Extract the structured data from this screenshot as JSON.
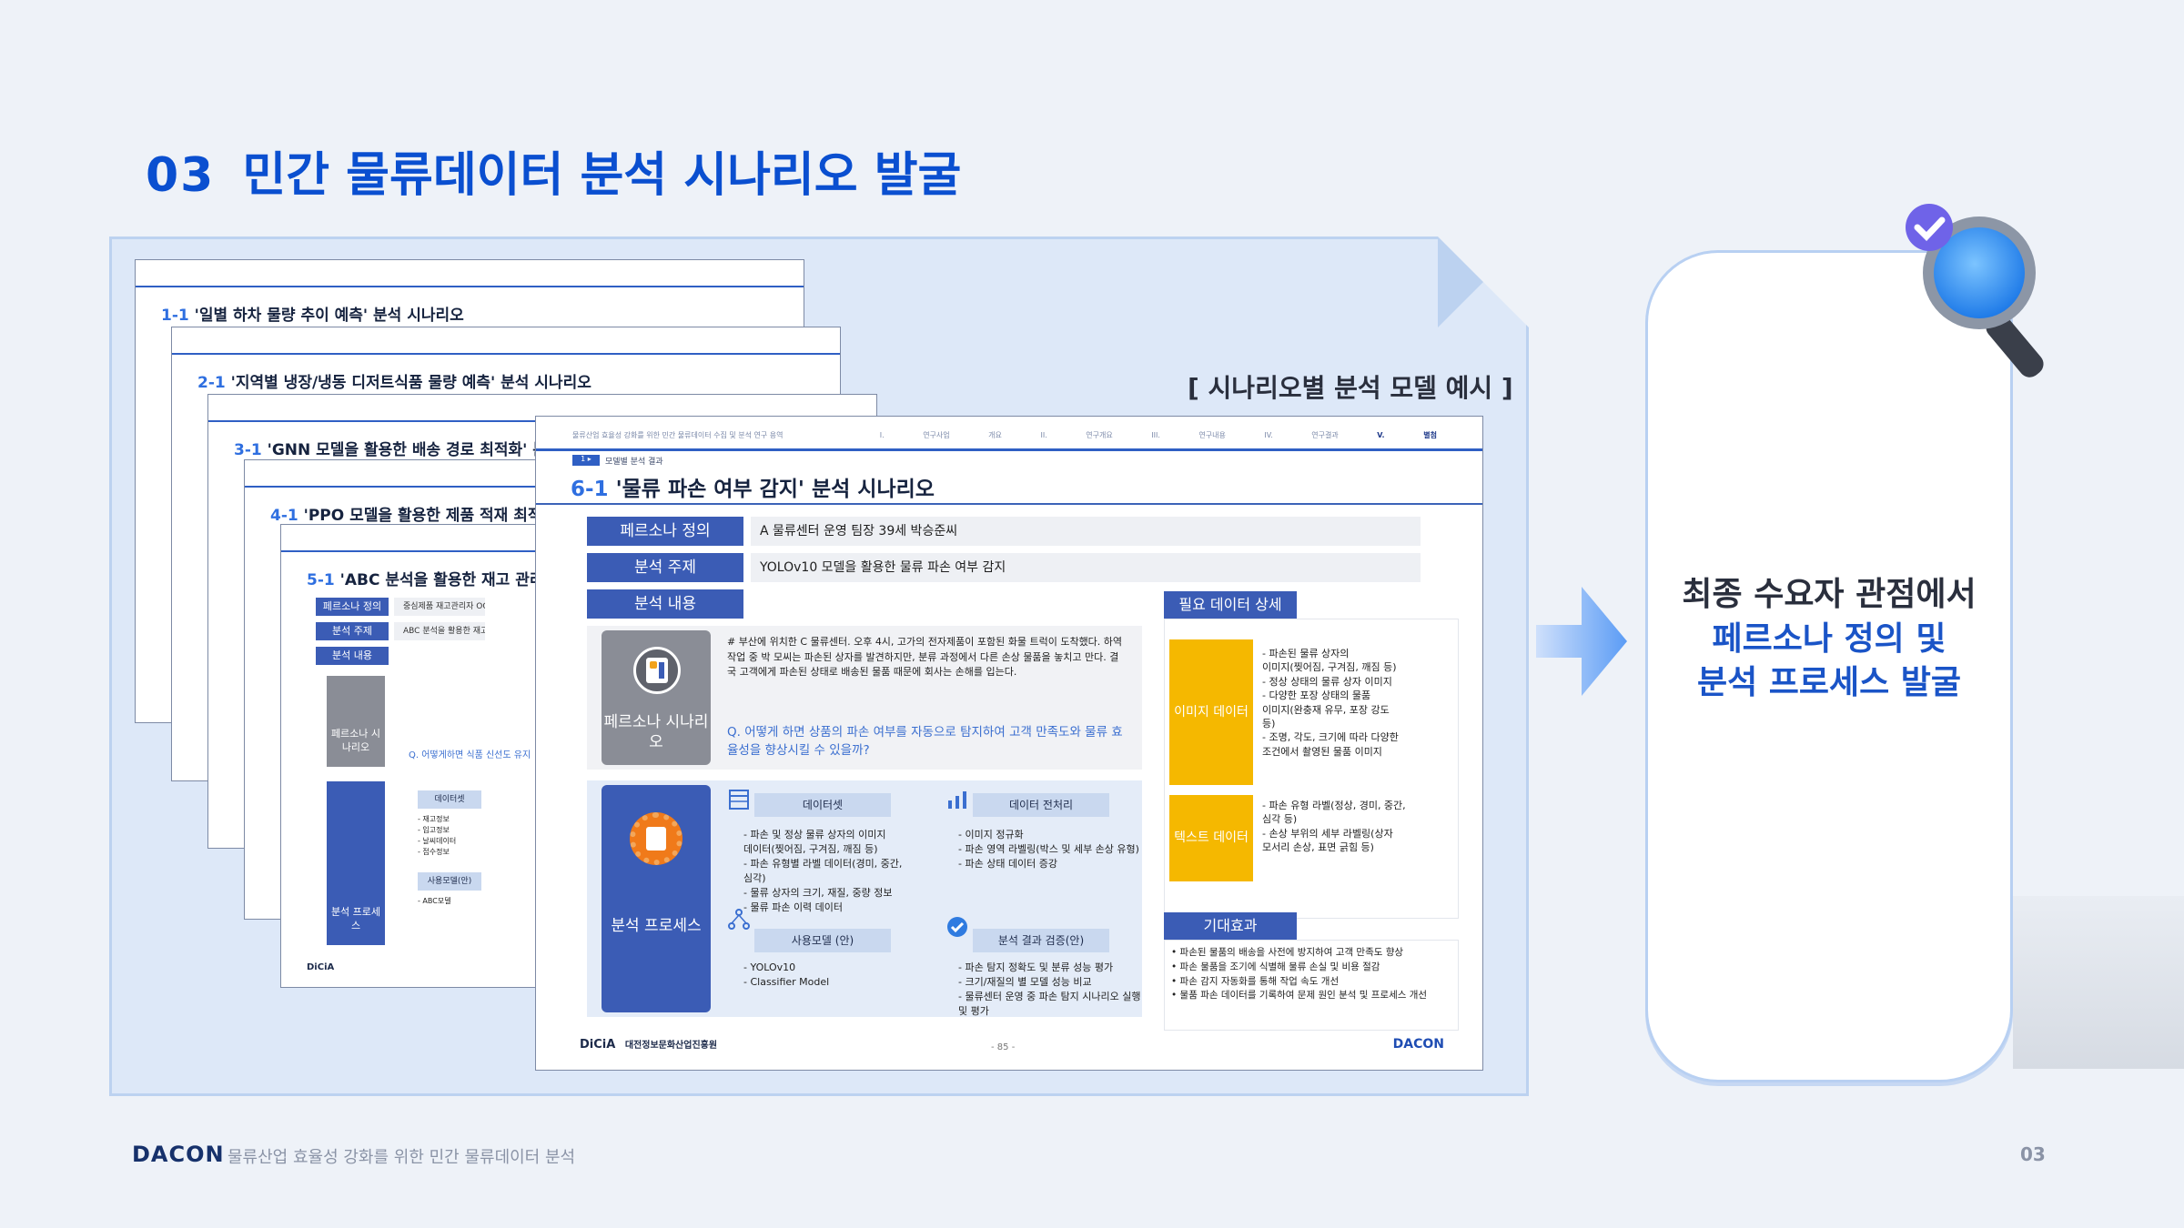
{
  "title": {
    "number": "03",
    "text": "민간 물류데이터 분석 시나리오 발굴"
  },
  "scenario_label": "[ 시나리오별 분석 모델 예시 ]",
  "pages": [
    {
      "num": "1-1",
      "title": "'일별 하차 물량 추이 예측' 분석 시나리오"
    },
    {
      "num": "2-1",
      "title": "'지역별 냉장/냉동 디저트식품 물량 예측' 분석 시나리오"
    },
    {
      "num": "3-1",
      "title": "'GNN 모델을 활용한 배송 경로 최적화' 분석"
    },
    {
      "num": "4-1",
      "title": "'PPO 모델을 활용한 제품 적재 최적화'"
    },
    {
      "num": "5-1",
      "title": "'ABC 분석을 활용한 재고 관리 현"
    }
  ],
  "page5": {
    "persona_label": "페르소나 정의",
    "persona_value": "중심제품 재고관리자 OOO 대",
    "topic_label": "분석 주제",
    "topic_value": "ABC 분석을 활용한 재고 관리",
    "content_label": "분석 내용",
    "card_persona": "페르소나 시나리오",
    "q_text": "Q. 어떻게하면 식품 신선도 유지",
    "card_process": "분석 프로세스",
    "dataset_label": "데이터셋",
    "dataset_list": "- 재고정보\n- 입고정보\n- 날씨데이터\n- 접수정보",
    "model_label": "사용모델(안)",
    "model_list": "- ABC모델",
    "logo": "DiCiA"
  },
  "main": {
    "top_caption": "물류산업 효율성 강화를 위한 민간 물류데이터 수집 및 분석 연구 용역",
    "nav": [
      "I. 연구사업 개요",
      "II. 연구개요",
      "III. 연구내용",
      "IV. 연구결과",
      "V. 별첨"
    ],
    "tag": "1 ▸",
    "sub": "모델별 분석 결과",
    "num": "6-1",
    "heading": "'물류 파손 여부 감지' 분석 시나리오",
    "persona_label": "페르소나 정의",
    "persona_value": "A 물류센터 운영 팀장 39세 박승준씨",
    "topic_label": "분석 주제",
    "topic_value": "YOLOv10 모델을 활용한 물류 파손 여부 감지",
    "content_label": "분석 내용",
    "persona_card": "페르소나 시나리오",
    "scenario_text": "# 부산에 위치한 C 물류센터. 오후 4시, 고가의 전자제품이 포함된 화물 트럭이 도착했다. 하역 작업 중 박 모씨는 파손된 상자를 발견하지만, 분류 과정에서 다른 손상 물품을 놓치고 만다. 결국 고객에게 파손된 상태로 배송된 물품 때문에 회사는 손해를 입는다.",
    "scenario_q": "Q. 어떻게 하면 상품의 파손 여부를 자동으로 탐지하여 고객 만족도와 물류 효율성을 향상시킬 수 있을까?",
    "process_card": "분석 프로세스",
    "dataset_label": "데이터셋",
    "dataset_list": "- 파손 및 정상 물류 상자의 이미지\n  데이터(찢어짐, 구겨짐, 깨짐 등)\n- 파손 유형별 라벨 데이터(경미, 중간,\n  심각)\n- 물류 상자의 크기, 재질, 중량 정보\n- 물류 파손 이력 데이터",
    "preprocess_label": "데이터 전처리",
    "preprocess_list": "- 이미지 정규화\n- 파손 영역 라벨링(박스 및 세부 손상 유형)\n- 파손 상태 데이터 증강",
    "model_label": "사용모델 (안)",
    "model_list": "- YOLOv10\n- Classifier Model",
    "result_label": "분석 결과 검증(안)",
    "result_list": "- 파손 탐지 정확도 및 분류 성능 평가\n- 크기/재질의 별 모델 성능 비교\n- 물류센터 운영 중 파손 탐지 시나리오 실행\n  및 평가",
    "need_label": "필요 데이터 상세",
    "image_card": "이미지 데이터",
    "image_list": "- 파손된 물류 상자의\n  이미지(찢어짐, 구겨짐, 깨짐 등)\n- 정상 상태의 물류 상자 이미지\n- 다양한 포장 상태의 물품\n  이미지(완충재 유무, 포장 강도\n  등)\n- 조명, 각도, 크기에 따라 다양한\n  조건에서 촬영된 물품 이미지",
    "text_card": "텍스트 데이터",
    "text_list": "- 파손 유형 라벨(정상, 경미, 중간,\n  심각 등)\n- 손상 부위의 세부 라벨링(상자\n  모서리 손상, 표면 긁힘 등)",
    "effect_label": "기대효과",
    "effects": [
      "파손된 물품의 배송을 사전에 방지하여 고객 만족도 향상",
      "파손 물품을 조기에 식별해 물류 손실 및 비용 절감",
      "파손 감지 자동화를 통해 작업 속도 개선",
      "물품 파손 데이터를 기록하여 문제 원인 분석 및 프로세스 개선"
    ],
    "footer_logo": "DiCiA",
    "footer_org": "대전정보문화산업진흥원",
    "page_num": "- 85 -",
    "footer_dacon": "DACON"
  },
  "phone": {
    "line1": "최종 수요자 관점에서",
    "line2": "페르소나 정의 및",
    "line3": "분석 프로세스 발굴"
  },
  "footer": {
    "logo": "DACON",
    "caption": "물류산업 효율성 강화를 위한 민간 물류데이터 분석",
    "page": "03"
  }
}
